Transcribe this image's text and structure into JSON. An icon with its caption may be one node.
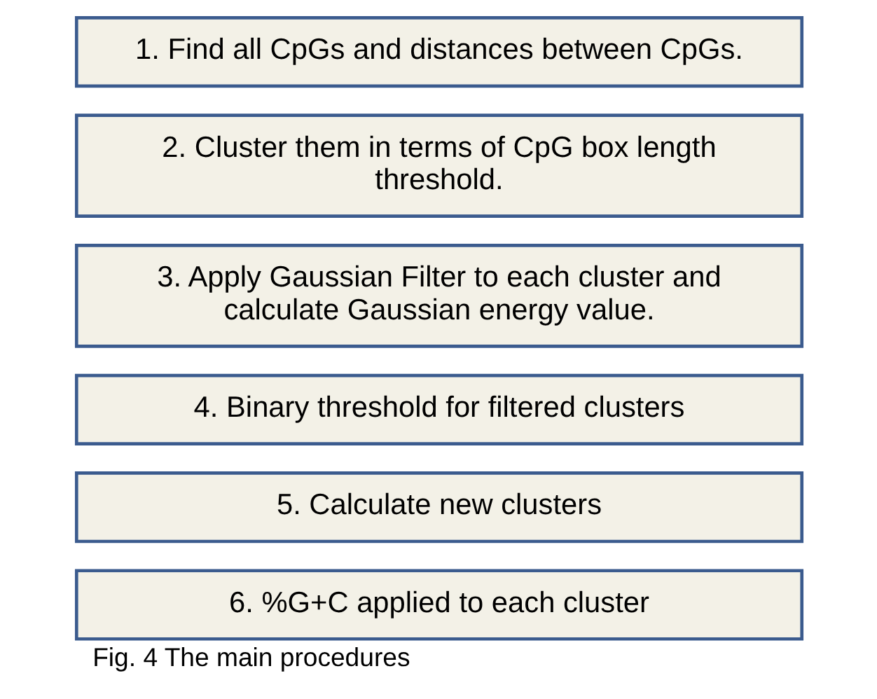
{
  "diagram": {
    "caption": "Fig. 4 The main procedures",
    "nodes": [
      {
        "text": [
          "1. Find all CpGs and distances between CpGs."
        ]
      },
      {
        "text": [
          "2. Cluster them in terms of CpG box length threshold."
        ]
      },
      {
        "text": [
          "3. Apply Gaussian Filter to each cluster and calculate Gaussian energy value."
        ]
      },
      {
        "text": [
          "4. Binary threshold for filtered clusters"
        ]
      },
      {
        "text": [
          "5. Calculate new clusters"
        ]
      },
      {
        "text": [
          "6. %G+C applied to each cluster"
        ]
      }
    ]
  }
}
